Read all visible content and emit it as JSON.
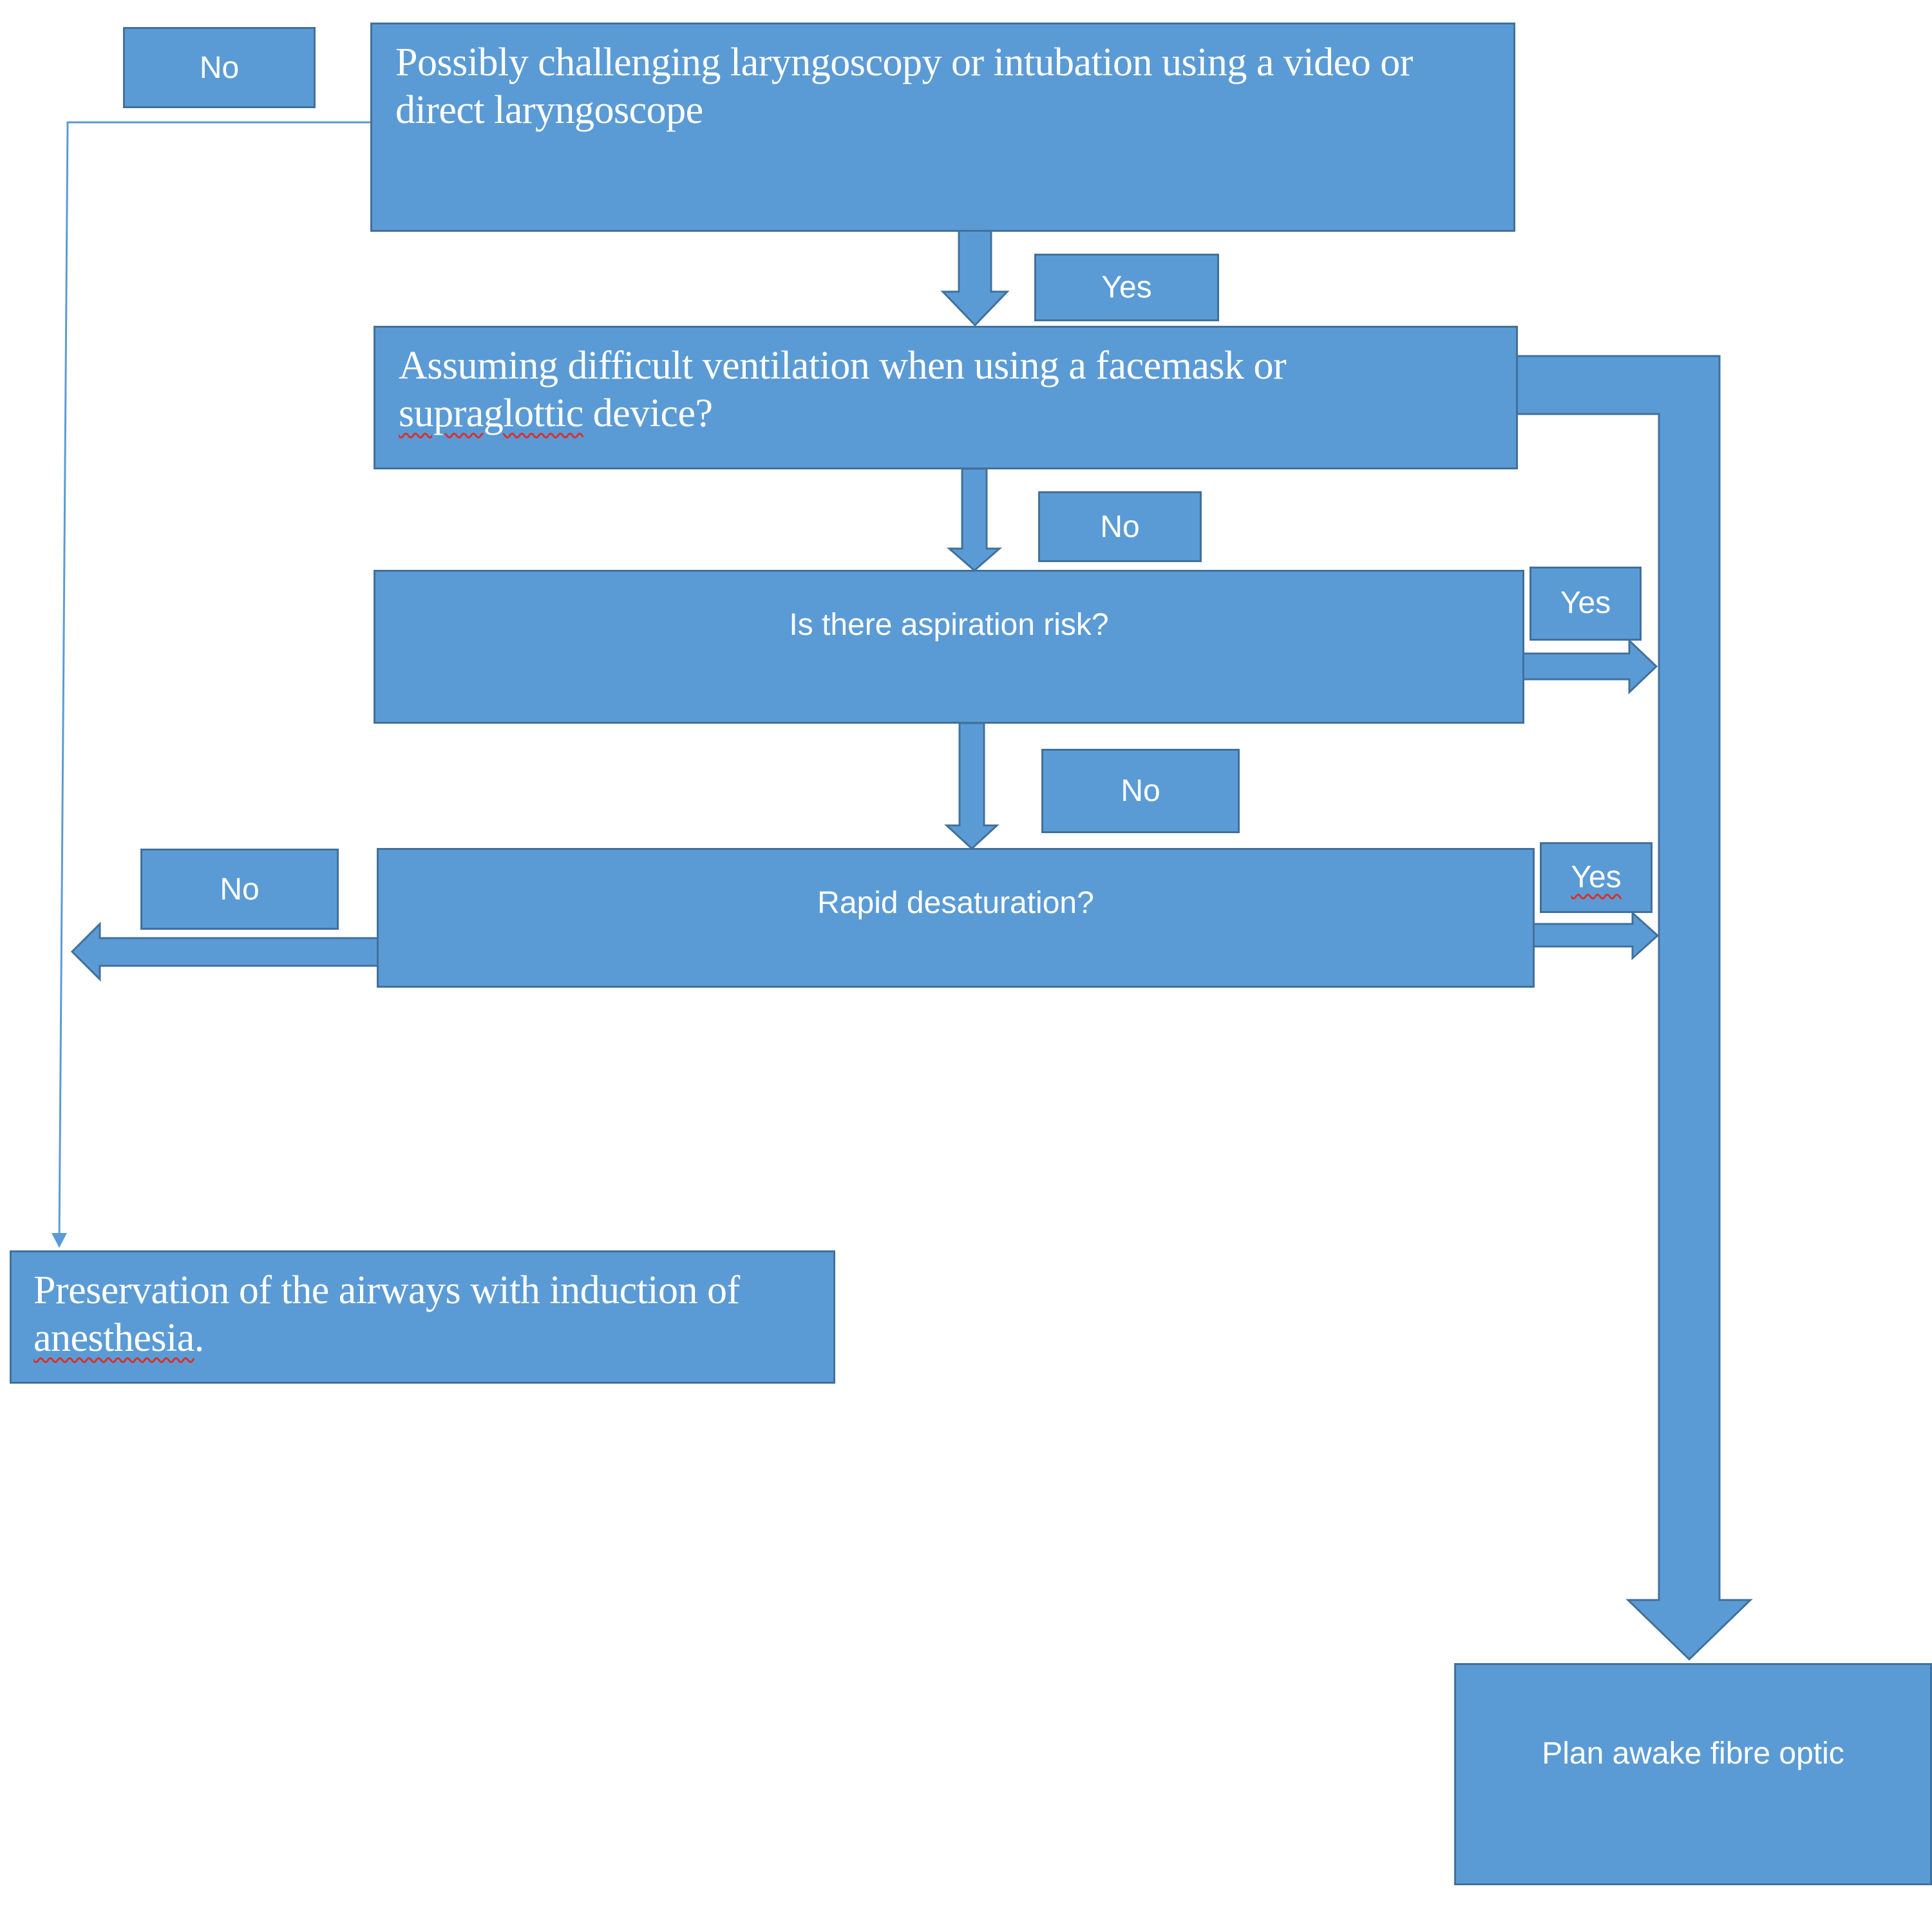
{
  "colors": {
    "box_fill": "#5b9bd5",
    "box_border": "#41719c",
    "text": "#ffffff",
    "spellcheck_underline": "#d9302a"
  },
  "nodes": {
    "q1": {
      "line1": "Possibly challenging laryngoscopy or intubation using a video or",
      "line2": "direct laryngoscope"
    },
    "q2": {
      "line1": "Assuming difficult ventilation when using a facemask or",
      "line2_flagged": "supraglottic",
      "line2_rest": " device?"
    },
    "q3": {
      "text": "Is there aspiration risk?"
    },
    "q4": {
      "text": "Rapid desaturation?"
    },
    "outcome_induction": {
      "line1": "Preservation of the airways with induction of",
      "line2_flagged": "anesthesia",
      "line2_rest": "."
    },
    "outcome_awake": {
      "text": "Plan awake fibre optic"
    }
  },
  "edge_labels": {
    "q1_no": "No",
    "q1_yes": "Yes",
    "q2_no": "No",
    "q3_yes": "Yes",
    "q3_no": "No",
    "q4_yes": "Yes",
    "q4_no": "No"
  }
}
